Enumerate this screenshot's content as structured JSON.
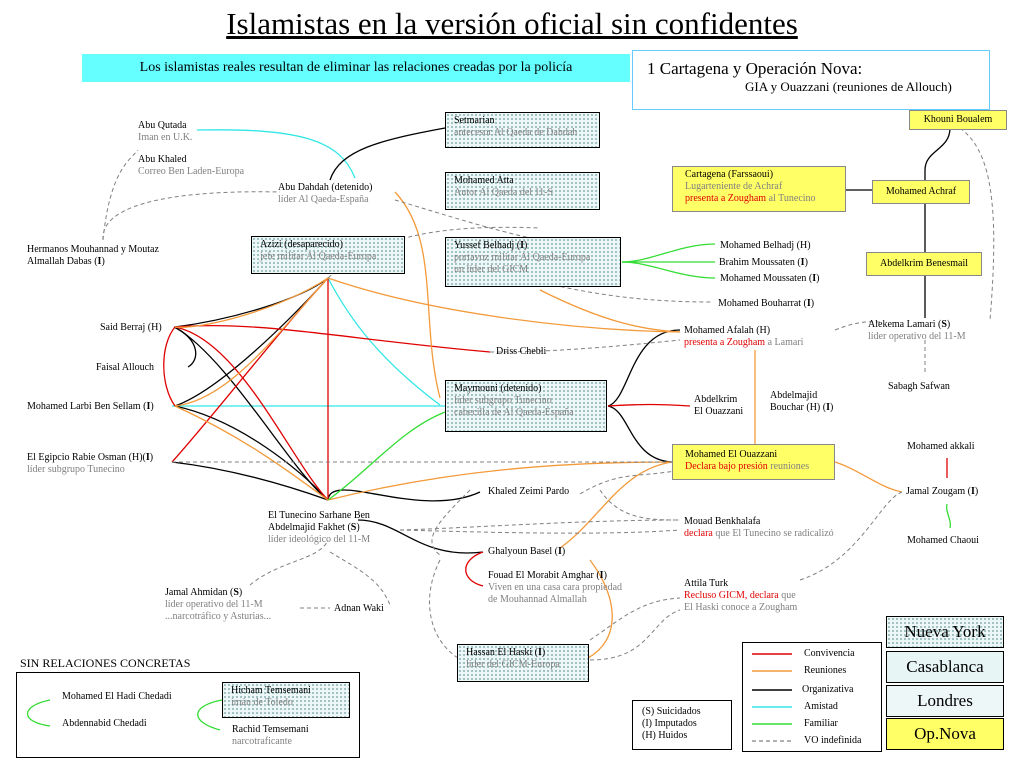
{
  "title": "Islamistas en la versión oficial sin confidentes",
  "banner": "Los islamistas reales resultan de eliminar las relaciones creadas por la policía",
  "case": {
    "title": "1 Cartagena y Operación Nova:",
    "subtitle": "GIA y Ouazzani (reuniones de Allouch)"
  },
  "people": {
    "abu_qutada": {
      "name": "Abu Qutada",
      "role": "Iman en U.K."
    },
    "abu_khaled": {
      "name": "Abu Khaled",
      "role": "Correo Ben Laden-Europa"
    },
    "abu_dahdah": {
      "name": "Abu Dahdah (detenido)",
      "role": "líder Al Qaeda-España"
    },
    "hermanos_1": "Hermanos Mouhannad y Moutaz",
    "hermanos_2": "Almallah Dabas",
    "said_berraj": "Said Berraj (H)",
    "faisal": "Faisal Allouch",
    "larbi": "Mohamed Larbi Ben Sellam",
    "egipcio": "El Egipcio Rabie Osman (H)",
    "egipcio_role": "líder subgrupo Tunecino",
    "tunecino_1": "El Tunecino Sarhane Ben",
    "tunecino_2": "Abdelmajid Fakhet",
    "tunecino_role": "líder ideológico del 11-M",
    "jamal_ahmidan": "Jamal Ahmidan",
    "jamal_ahmidan_r1": "líder operativo del 11-M",
    "jamal_ahmidan_r2": "...narcotráfico y Asturias...",
    "adnan": "Adnan Waki",
    "driss": "Driss Chebli",
    "khaled_zeimi": "Khaled Zeimi Pardo",
    "ghalyoun": "Ghalyoun Basel",
    "fouad": "Fouad El Morabit Amghar",
    "fouad_r1": "Viven en una casa cara propiedad",
    "fouad_r2": "de Mouhannad Almallah",
    "belhadj": "Mohamed Belhadj (H)",
    "brahim": "Brahim Moussaten",
    "mohamed_moussaten": "Mohamed  Moussaten",
    "bouharrat": "Mohamed Bouharrat",
    "afalah": "Mohamed Afalah (H)",
    "afalah_r1": "presenta a Zougham",
    "afalah_r2": " a Lamari",
    "abdelkrim_1": "Abdelkrim",
    "abdelkrim_2": "El Ouazzani",
    "abdelmajid_1": "Abdelmajid",
    "abdelmajid_2": "Bouchar (H)",
    "mouad": "Mouad Benkhalafa",
    "mouad_r1": "declara",
    "mouad_r2": " que El Tunecino se radicalizó",
    "attila": "Attila Turk",
    "attila_r1": "Recluso GICM, declara",
    "attila_r2": " que",
    "attila_r3": "El Haski conoce a Zougham",
    "lamari": "Alekema Lamari",
    "lamari_role": "líder operativo del 11-M",
    "sabagh": "Sabagh Safwan",
    "akkali": "Mohamed akkali",
    "zougam": "Jamal Zougam",
    "chaoui": "Mohamed Chaoui",
    "cartagena_1": "Cartagena (Farssaoui)",
    "cartagena_2": "Lugarteniente de Achraf",
    "cartagena_3": "presenta a Zougham",
    "cartagena_4": " al Tunecino",
    "ouazzani_1": "Mohamed El Ouazzani",
    "ouazzani_2": "Declara bajo presión",
    "ouazzani_3": " reuniones"
  },
  "boxes": {
    "setmarian": {
      "name": "Setmarian",
      "role": "antecesor Al Qaeda de Dahdah"
    },
    "atta": {
      "name": "Mohamed Atta",
      "role": "Autor Al Qaeda del 11-S"
    },
    "azizi": {
      "name": "Azizi (desaparecido)",
      "role": "jefe militar Al Qaeda-Europa"
    },
    "belhadj_y": {
      "name": "Yussef Belhadj",
      "role1": "portavoz militar Al Qaeda-Europa",
      "role2": "un líder del GICM"
    },
    "maymouni": {
      "name": "Maymouni (detenido)",
      "role1": "líder subgrupo Tunecino",
      "role2": "cabecilla de Al Qaeda-España"
    },
    "haski": {
      "name": "Hassan El Haski",
      "role": "líder del GICM-Europa"
    },
    "temsemani": {
      "name": "Hicham Temsemani",
      "role": "imán de Toledo"
    }
  },
  "yellow": {
    "khouni": "Khouni Boualem",
    "achraf": "Mohamed Achraf",
    "benesmail": "Abdelkrim Benesmail"
  },
  "marks": {
    "I": "I",
    "S": "S",
    "I_paren": "(I)",
    "S_paren": "(S)"
  },
  "no_relations": {
    "heading": "SIN RELACIONES CONCRETAS",
    "p1": "Mohamed El Hadi Chedadi",
    "p2": "Abdennabid Chedadi",
    "p3": "Rachid Temsemani",
    "p3_role": "narcotraficante"
  },
  "abbrev": [
    "(S)  Suicidados",
    "(I)   Imputados",
    "(H) Huidos"
  ],
  "legend": [
    {
      "label": "Convivencia",
      "color": "#e00000",
      "dash": false
    },
    {
      "label": "Reuniones",
      "color": "#f39a3a",
      "dash": false
    },
    {
      "label": "Organizativa",
      "color": "#000000",
      "dash": false
    },
    {
      "label": "Amistad",
      "color": "#33e6e6",
      "dash": false
    },
    {
      "label": "Familiar",
      "color": "#33dd33",
      "dash": false
    },
    {
      "label": "VO indefinida",
      "color": "#808080",
      "dash": true
    }
  ],
  "cities": [
    "Nueva York",
    "Casablanca",
    "Londres",
    "Op.Nova"
  ]
}
